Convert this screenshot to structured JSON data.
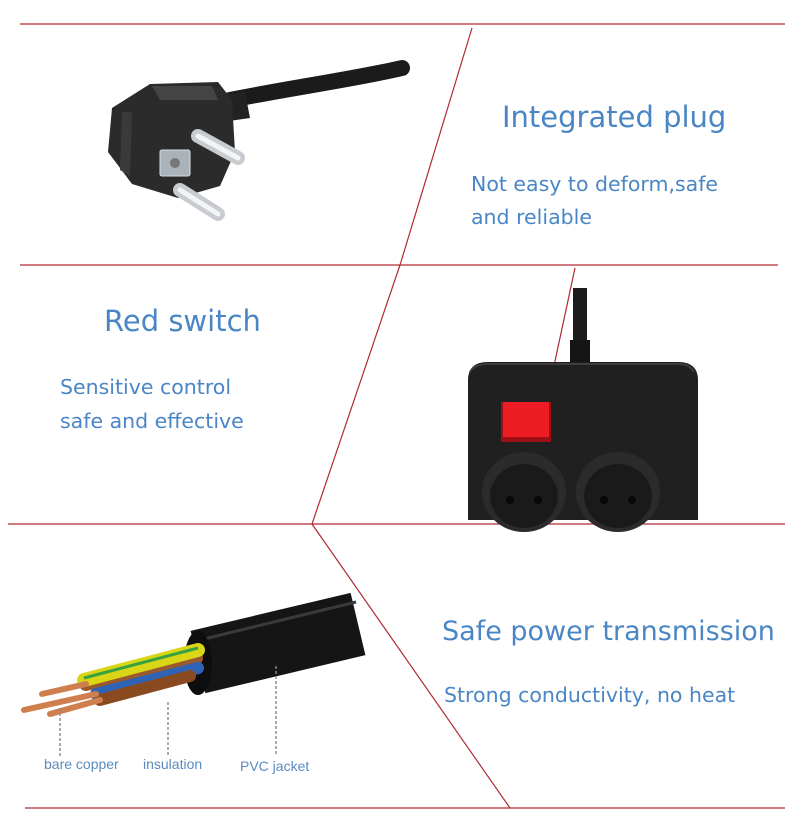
{
  "sections": [
    {
      "title": "Integrated plug",
      "description_lines": [
        "Not easy to deform,safe",
        "and reliable"
      ]
    },
    {
      "title": "Red switch",
      "description_lines": [
        "Sensitive control",
        "safe and effective"
      ]
    },
    {
      "title": "Safe power transmission",
      "description_lines": [
        "Strong conductivity, no heat"
      ]
    }
  ],
  "cable_labels": {
    "bare_copper": "bare copper",
    "insulation": "insulation",
    "pvc_jacket": "PVC jacket"
  },
  "colors": {
    "text_blue": "#4a86c5",
    "divider_red": "#b02a33",
    "switch_red": "#ee1c25"
  }
}
